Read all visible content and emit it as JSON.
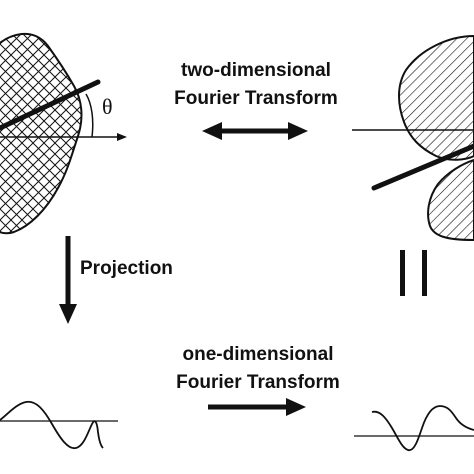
{
  "labels": {
    "top_line1": "two-dimensional",
    "top_line2": "Fourier Transform",
    "theta": "θ",
    "projection": "Projection",
    "bottom_line1": "one-dimensional",
    "bottom_line2": "Fourier Transform"
  },
  "colors": {
    "ink": "#111111",
    "background": "#ffffff"
  }
}
